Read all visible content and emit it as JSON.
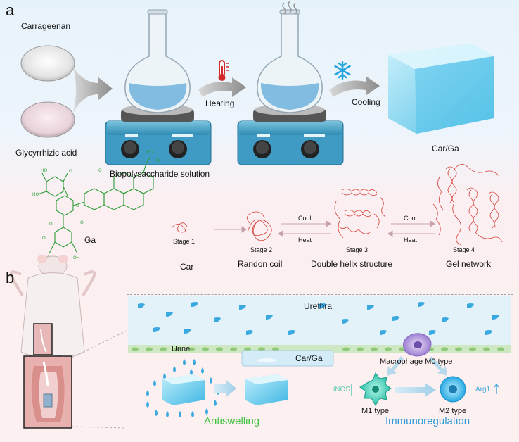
{
  "panel_a": {
    "letter": "a",
    "carrageenan": "Carrageenan",
    "glycyrrhizic_acid": "Glycyrrhizic acid",
    "biopolysaccharide_solution": "Biopolysaccharide solution",
    "heating": "Heating",
    "cooling": "Cooling",
    "product": "Car/Ga",
    "ga_label": "Ga",
    "stages": [
      "Stage 1",
      "Stage 2",
      "Stage 3",
      "Stage 4"
    ],
    "stage_names": [
      "Car",
      "Randon coil",
      "Double helix structure",
      "Gel network"
    ],
    "cool": "Cool",
    "heat": "Heat"
  },
  "panel_b": {
    "letter": "b",
    "urethra": "Urethra",
    "car_ga": "Car/Ga",
    "urine": "Urine",
    "macrophage_m0": "Macrophage M0 type",
    "m1_type": "M1 type",
    "m2_type": "M2 type",
    "inos": "iNOS",
    "arg1": "Arg1",
    "antiswelling": "Antiswelling",
    "immunoregulation": "Immunoregulation"
  },
  "colors": {
    "green_label": "#3fbf3f",
    "blue_label": "#2f9ad6",
    "molecule": "#2e9e3a",
    "gel_blue": "#6fd0ee",
    "polymer_red": "#d6413a"
  }
}
